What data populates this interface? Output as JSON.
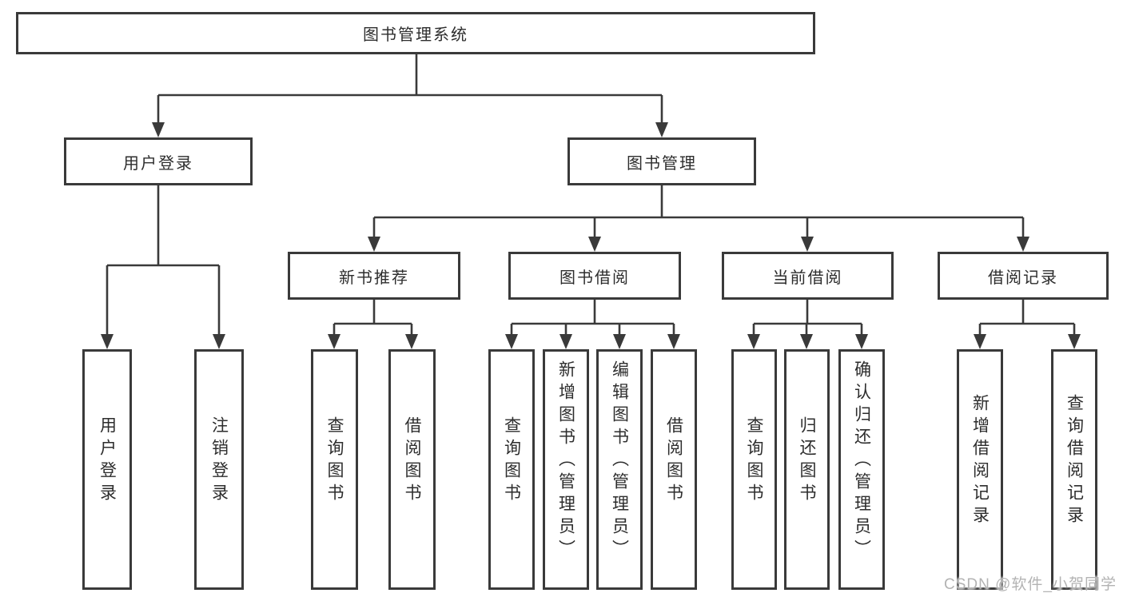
{
  "tree": {
    "label": "图书管理系统",
    "children": [
      {
        "label": "用户登录",
        "children": [
          {
            "label": "用户登录"
          },
          {
            "label": "注销登录"
          }
        ]
      },
      {
        "label": "图书管理",
        "children": [
          {
            "label": "新书推荐",
            "children": [
              {
                "label": "查询图书"
              },
              {
                "label": "借阅图书"
              }
            ]
          },
          {
            "label": "图书借阅",
            "children": [
              {
                "label": "查询图书"
              },
              {
                "label": "新增图书（管理员）"
              },
              {
                "label": "编辑图书（管理员）"
              },
              {
                "label": "借阅图书"
              }
            ]
          },
          {
            "label": "当前借阅",
            "children": [
              {
                "label": "查询图书"
              },
              {
                "label": "归还图书"
              },
              {
                "label": "确认归还（管理员）"
              }
            ]
          },
          {
            "label": "借阅记录",
            "children": [
              {
                "label": "新增借阅记录"
              },
              {
                "label": "查询借阅记录"
              }
            ]
          }
        ]
      }
    ]
  },
  "watermark": {
    "text": "CSDN @软件_小贺同学"
  },
  "colors": {
    "line": "#3a3a3a",
    "text": "#2d2d2d",
    "watermark": "#b3b3b3",
    "background": "#ffffff"
  }
}
